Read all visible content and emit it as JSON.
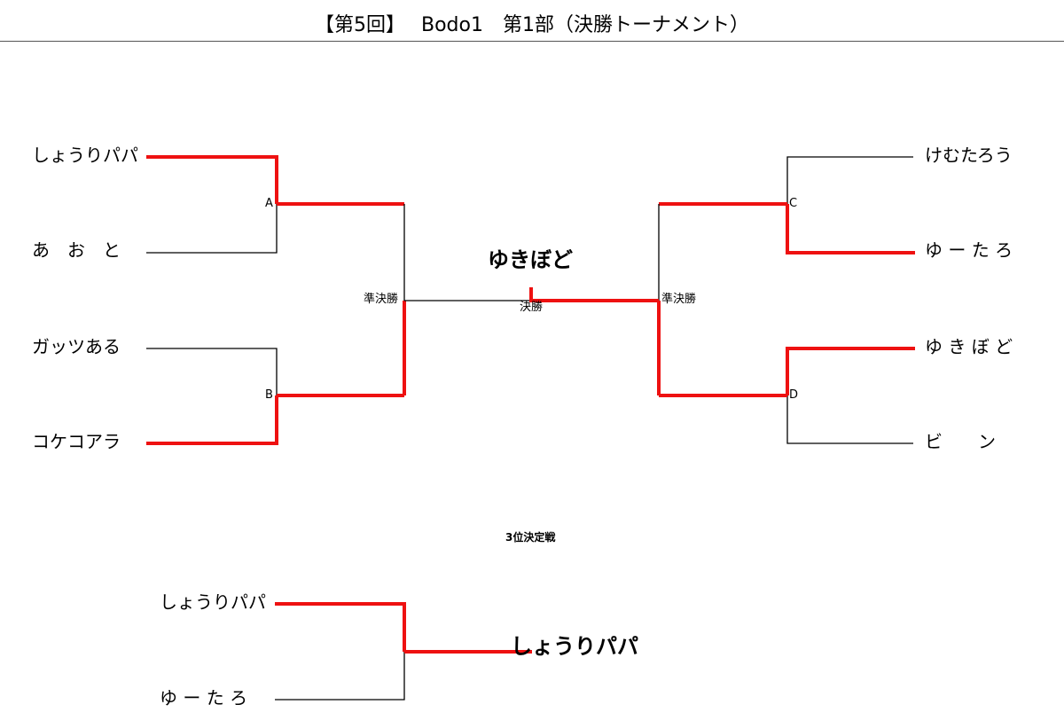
{
  "title": "【第5回】　 Bodo1　第1部（決勝トーナメント）",
  "colors": {
    "win_line": "#ee1111",
    "lose_line": "#000000"
  },
  "left_players": [
    "しょうりパパ",
    "あ　お　と",
    "ガッツある",
    "コケコアラ"
  ],
  "right_players": [
    "けむたろう",
    "ゆ ー た ろ",
    "ゆ き ぼ ど",
    "ビ　　ン"
  ],
  "match_labels": {
    "a": "A",
    "b": "B",
    "c": "C",
    "d": "D",
    "semi_left": "準決勝",
    "semi_right": "準決勝",
    "final": "決勝"
  },
  "champion": "ゆきぼど",
  "third_place": {
    "title": "3位決定戦",
    "players": [
      "しょうりパパ",
      "ゆ ー た ろ"
    ],
    "winner": "しょうりパパ"
  }
}
